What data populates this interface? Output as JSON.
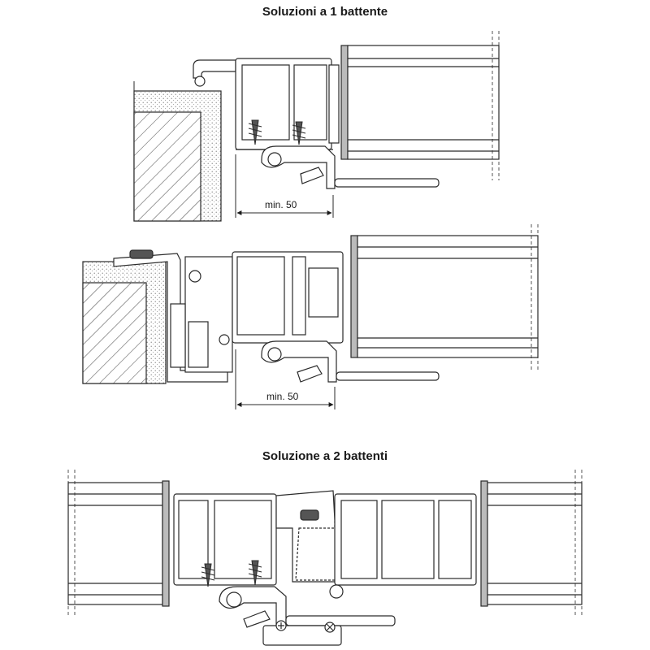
{
  "headings": {
    "single_leaf": "Soluzioni a 1 battente",
    "double_leaf": "Soluzione a 2 battenti"
  },
  "dimensions": {
    "top": "min. 50",
    "middle": "min. 50"
  },
  "colors": {
    "line": "#2a2a2a",
    "light_gray": "#d8d8d8",
    "dark_gray": "#555555",
    "wall_fill": "#f2f2f2"
  }
}
